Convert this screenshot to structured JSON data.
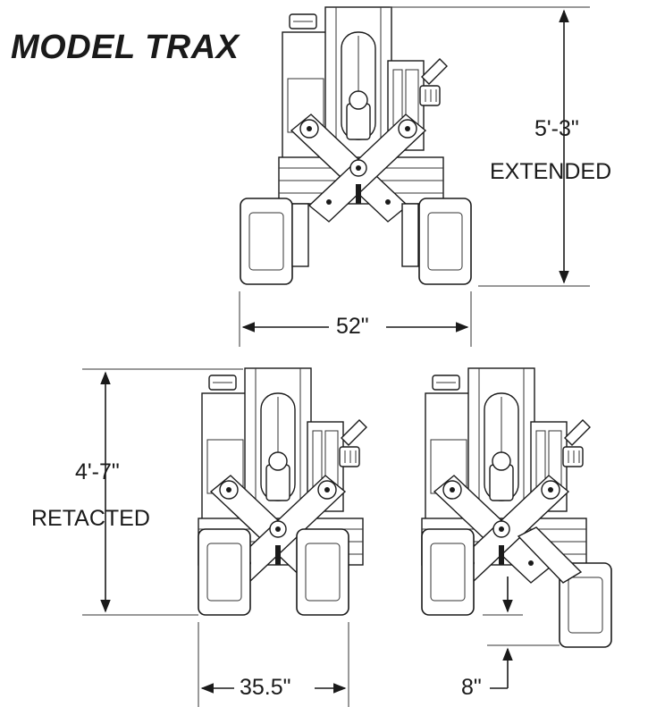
{
  "title": "MODEL TRAX",
  "dimensions": {
    "extended_height": "5'-3\"",
    "extended_label": "EXTENDED",
    "extended_width": "52\"",
    "retracted_height": "4'-7\"",
    "retracted_label": "RETACTED",
    "retracted_width": "35.5\"",
    "offset": "8\""
  }
}
